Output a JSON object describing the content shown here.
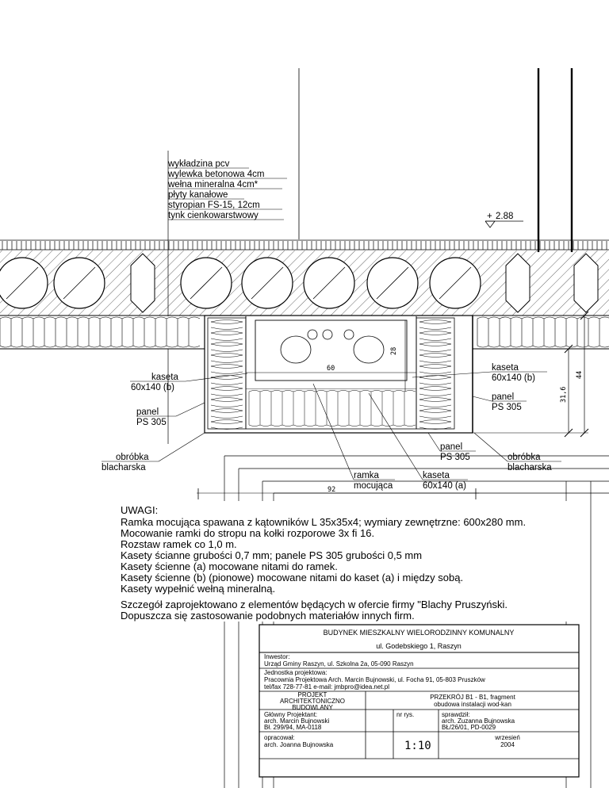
{
  "floor_layers": [
    "wykładzina pcv",
    "wylewka betonowa 4cm",
    "wełna mineralna 4cm*",
    "płyty kanałowe",
    "styropian FS-15, 12cm",
    "tynk cienkowarstwowy"
  ],
  "level_mark": "2.88",
  "level_sign": "+",
  "labels": {
    "kaseta_b_left": [
      "kaseta",
      "60x140 (b)"
    ],
    "kaseta_b_right": [
      "kaseta",
      "60x140 (b)"
    ],
    "panel_left": [
      "panel",
      "PS 305"
    ],
    "panel_right": [
      "panel",
      "PS 305"
    ],
    "panel_bottom": [
      "panel",
      "PS 305"
    ],
    "obrobka_left": [
      "obróbka",
      "blacharska"
    ],
    "obrobka_right": [
      "obróbka",
      "blacharska"
    ],
    "ramka": [
      "ramka",
      "mocująca"
    ],
    "kaseta_a": [
      "kaseta",
      "60x140 (a)"
    ]
  },
  "dimensions": {
    "inner_width": "60",
    "inner_height": "28",
    "total_width": "92",
    "right_outer": "44",
    "right_inner": "31,6"
  },
  "notes_title": "UWAGI:",
  "notes": [
    "Ramka mocująca spawana z kątowników L 35x35x4; wymiary zewnętrzne: 600x280 mm.",
    "Mocowanie ramki do stropu na kołki rozporowe 3x fi 16.",
    "Rozstaw ramek co 1,0 m.",
    "Kasety ścianne grubości 0,7 mm; panele PS 305 grubości 0,5 mm",
    "Kasety ścienne (a) mocowane nitami do ramek.",
    "Kasety ścienne (b) (pionowe) mocowane nitami do kaset (a) i między sobą.",
    "Kasety wypełnić wełną mineralną.",
    "",
    "Szczegół zaprojektowano z elementów będących w ofercie firmy \"Blachy Pruszyński.",
    "Dopuszcza się zastosowanie podobnych materiałów innych firm."
  ],
  "title_block": {
    "project_title": "BUDYNEK MIESZKALNY WIELORODZINNY KOMUNALNY",
    "address": "ul. Godebskiego 1, Raszyn",
    "investor_label": "Inwestor:",
    "investor": "Urząd Gminy Raszyn, ul. Szkolna 2a, 05-090 Raszyn",
    "unit_label": "Jednostka projektowa:",
    "unit_line1": "Pracownia Projektowa Arch. Marcin Bujnowski, ul. Focha 91, 05-803 Pruszków",
    "unit_line2": "tel/fax 728-77-81                    e-mail: jmbpro@idea.net.pl",
    "project_type": [
      "PROJEKT",
      "ARCHITEKTONICZNO",
      "BUDOWLANY"
    ],
    "drawing_title": [
      "PRZEKRÓJ B1 - B1, fragment",
      "obudowa instalacji wod-kan"
    ],
    "chief_label": "Główny Projektant:",
    "chief_name": "arch. Marcin Bujnowski",
    "chief_lic": "Bł. 299/94,    MA-0118",
    "drawing_no_label": "nr rys.",
    "checked_label": "sprawdził:",
    "checked_name": "arch. Zuzanna Bujnowska",
    "checked_lic": "BŁ/26/01,     PD-0029",
    "prepared_label": "opracował:",
    "prepared_name": "arch. Joanna Bujnowska",
    "scale": "1:10",
    "date": [
      "wrzesień",
      "2004"
    ]
  }
}
